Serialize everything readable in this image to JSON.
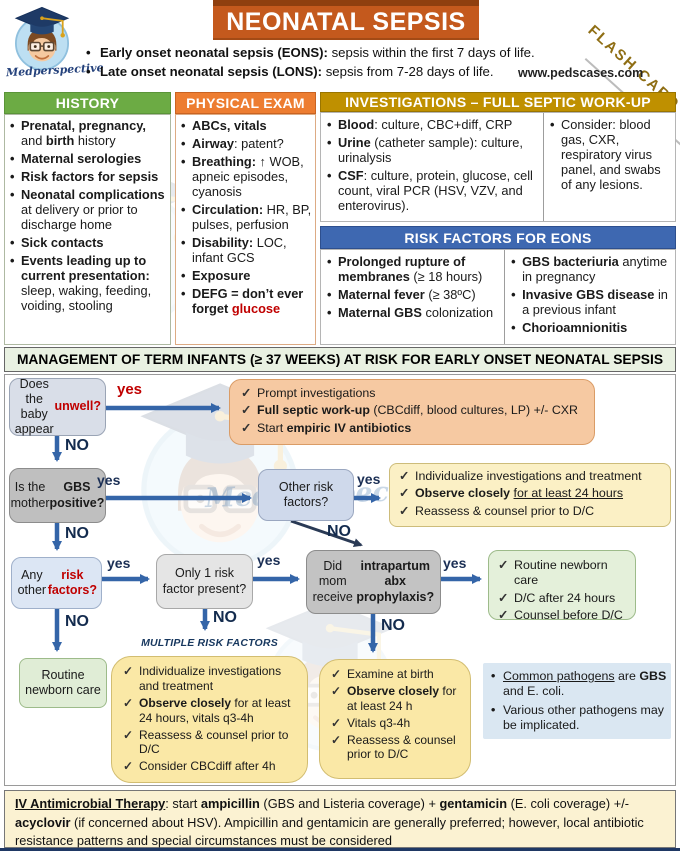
{
  "colors": {
    "title_bar": "#C4591D",
    "history_header": "#6CAB44",
    "exam_header": "#ED7D31",
    "investigations_header": "#BF9000",
    "risk_header": "#3E68B1",
    "arrow_blue": "#3465A8",
    "accent_red": "#C00000",
    "navy": "#1F3864",
    "flash_gold": "#8F6E14"
  },
  "header": {
    "title": "NEONATAL SEPSIS",
    "flash_card": "FLASH CARD",
    "logo_text": "Medperspective",
    "site": "www.pedscases.com",
    "bullets": [
      [
        {
          "t": "Early onset neonatal sepsis (EONS):",
          "b": 1
        },
        {
          "t": " sepsis within the first 7 days of life."
        }
      ],
      [
        {
          "t": "Late onset neonatal sepsis (LONS):",
          "b": 1
        },
        {
          "t": " sepsis from 7-28 days of life."
        }
      ]
    ]
  },
  "history": {
    "title": "HISTORY",
    "items": [
      [
        {
          "t": "Prenatal, pregnancy,",
          "b": 1
        },
        {
          "t": " and "
        },
        {
          "t": "birth",
          "b": 1
        },
        {
          "t": " history"
        }
      ],
      [
        {
          "t": "Maternal serologies",
          "b": 1
        }
      ],
      [
        {
          "t": "Risk factors for sepsis",
          "b": 1
        }
      ],
      [
        {
          "t": "Neonatal complications",
          "b": 1
        },
        {
          "t": " at delivery or prior to discharge home"
        }
      ],
      [
        {
          "t": "Sick contacts",
          "b": 1
        }
      ],
      [
        {
          "t": "Events leading up to current presentation:",
          "b": 1
        },
        {
          "t": " sleep, waking, feeding, voiding, stooling"
        }
      ]
    ]
  },
  "physical_exam": {
    "title": "PHYSICAL EXAM",
    "items": [
      [
        {
          "t": "ABCs, vitals",
          "b": 1
        }
      ],
      [
        {
          "t": "Airway",
          "b": 1
        },
        {
          "t": ": patent?"
        }
      ],
      [
        {
          "t": "Breathing:",
          "b": 1
        },
        {
          "t": " ↑ WOB, apneic episodes, cyanosis"
        }
      ],
      [
        {
          "t": "Circulation:",
          "b": 1
        },
        {
          "t": " HR, BP, pulses, perfusion"
        }
      ],
      [
        {
          "t": "Disability:",
          "b": 1
        },
        {
          "t": " LOC, infant GCS"
        }
      ],
      [
        {
          "t": "Exposure",
          "b": 1
        }
      ],
      [
        {
          "t": "DEFG = don’t ever forget ",
          "b": 1
        },
        {
          "t": "glucose",
          "b": 1,
          "r": 1
        }
      ]
    ]
  },
  "investigations": {
    "title": "INVESTIGATIONS – FULL SEPTIC WORK-UP",
    "items": [
      [
        {
          "t": "Blood",
          "b": 1
        },
        {
          "t": ": culture, CBC+diff, CRP"
        }
      ],
      [
        {
          "t": "Urine",
          "b": 1
        },
        {
          "t": " (catheter sample): culture, urinalysis"
        }
      ],
      [
        {
          "t": "CSF",
          "b": 1
        },
        {
          "t": ": culture, protein, glucose, cell count, viral PCR (HSV, VZV, and enterovirus)."
        }
      ]
    ],
    "consider": [
      [
        {
          "t": "Consider: blood gas, CXR, respiratory virus panel, and swabs of any lesions."
        }
      ]
    ]
  },
  "risk_factors": {
    "title": "RISK FACTORS FOR EONS",
    "left": [
      [
        {
          "t": "Prolonged rupture of membranes",
          "b": 1
        },
        {
          "t": " (≥ 18 hours)"
        }
      ],
      [
        {
          "t": "Maternal fever",
          "b": 1
        },
        {
          "t": " (≥ 38ºC)"
        }
      ],
      [
        {
          "t": "Maternal GBS",
          "b": 1
        },
        {
          "t": " colonization"
        }
      ]
    ],
    "right": [
      [
        {
          "t": "GBS bacteriuria",
          "b": 1
        },
        {
          "t": " anytime in pregnancy"
        }
      ],
      [
        {
          "t": "Invasive GBS disease",
          "b": 1
        },
        {
          "t": " in a previous infant"
        }
      ],
      [
        {
          "t": "Chorioamnionitis",
          "b": 1
        }
      ]
    ]
  },
  "management": {
    "title": "MANAGEMENT OF TERM INFANTS (≥ 37 WEEKS) AT RISK FOR EARLY ONSET NEONATAL SEPSIS",
    "labels": {
      "yes": "yes",
      "no": "NO",
      "multiple": "MULTIPLE RISK FACTORS"
    },
    "nodes": {
      "q_unwell": [
        {
          "t": "Does the baby appear "
        },
        {
          "t": "unwell?",
          "b": 1,
          "r": 1
        }
      ],
      "q_gbs": [
        {
          "t": "Is the mother "
        },
        {
          "t": "GBS positive?",
          "b": 1
        }
      ],
      "q_other": [
        {
          "t": "Other risk factors?"
        }
      ],
      "q_any": [
        {
          "t": "Any other "
        },
        {
          "t": "risk factors?",
          "b": 1,
          "r": 1
        }
      ],
      "q_only1": [
        {
          "t": "Only 1 risk factor present?"
        }
      ],
      "q_abx": [
        {
          "t": "Did mom receive "
        },
        {
          "t": "intrapartum abx prophylaxis?",
          "b": 1
        }
      ],
      "routine": [
        {
          "t": "Routine newborn care"
        }
      ]
    },
    "actions": {
      "unwell_yes": [
        "Prompt investigations",
        [
          {
            "t": "Full septic work-up",
            "b": 1
          },
          {
            "t": " (CBCdiff, blood cultures, LP) +/- CXR"
          }
        ],
        [
          {
            "t": "Start "
          },
          {
            "t": "empiric IV antibiotics",
            "b": 1
          }
        ]
      ],
      "other_yes": [
        "Individualize investigations and treatment",
        [
          {
            "t": "Observe closely",
            "b": 1
          },
          {
            "t": " "
          },
          {
            "t": "for at least 24 hours",
            "u": 1
          }
        ],
        "Reassess & counsel prior to D/C"
      ],
      "abx_yes": [
        "Routine newborn care",
        "D/C after 24 hours",
        "Counsel before D/C"
      ],
      "multiple_risk": [
        "Individualize investigations and treatment",
        [
          {
            "t": "Observe closely",
            "b": 1
          },
          {
            "t": " for at least 24 hours, vitals q3-4h"
          }
        ],
        "Reassess & counsel prior to D/C",
        "Consider CBCdiff after 4h"
      ],
      "abx_no": [
        "Examine at birth",
        [
          {
            "t": "Observe closely",
            "b": 1
          },
          {
            "t": " for at least 24 h"
          }
        ],
        "Vitals q3-4h",
        "Reassess & counsel prior to D/C"
      ],
      "pathogens": [
        [
          {
            "t": "Common pathogens",
            "u": 1
          },
          {
            "t": " are "
          },
          {
            "t": "GBS",
            "b": 1
          },
          {
            "t": " and E. coli."
          }
        ],
        "Various other pathogens may be implicated."
      ]
    }
  },
  "iv_therapy": [
    {
      "t": "IV Antimicrobial Therapy",
      "b": 1,
      "u": 1
    },
    {
      "t": ": start "
    },
    {
      "t": "ampicillin",
      "b": 1
    },
    {
      "t": " (GBS and Listeria coverage) + "
    },
    {
      "t": "gentamicin",
      "b": 1
    },
    {
      "t": " (E. coli coverage) +/- "
    },
    {
      "t": "acyclovir",
      "b": 1
    },
    {
      "t": " (if concerned about HSV). Ampicillin and gentamicin are generally preferred; however, local antibiotic resistance patterns and special circumstances must be considered"
    }
  ]
}
